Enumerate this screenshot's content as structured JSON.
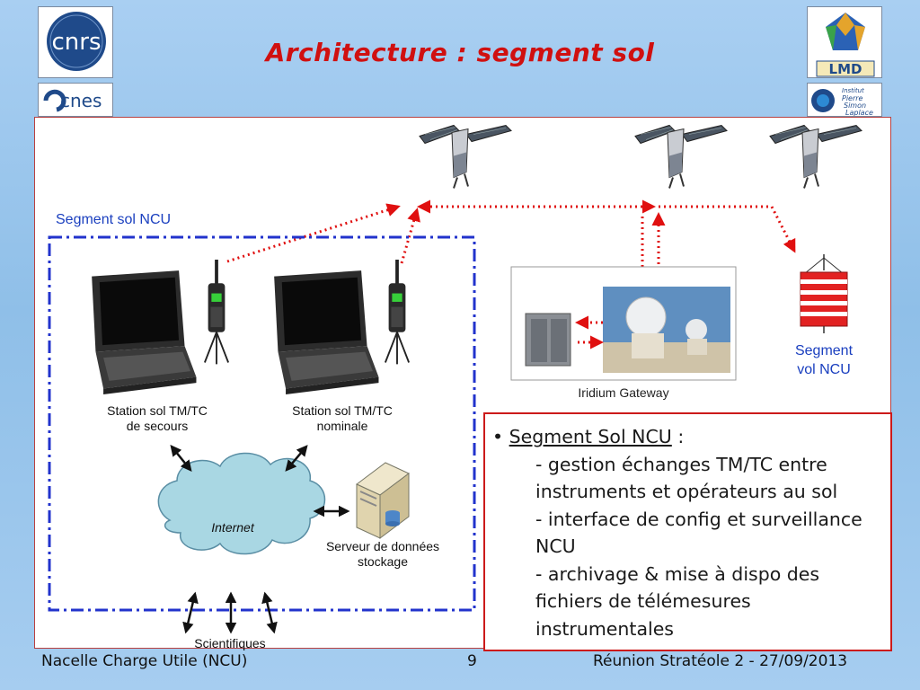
{
  "title": "Architecture : segment sol",
  "logos": {
    "cnrs": "cnrs",
    "cnes": "cnes",
    "lmd": "LMD",
    "ipsl": [
      "Institut",
      "Pierre",
      "Simon",
      "Laplace"
    ]
  },
  "diagram": {
    "segment_sol_label": "Segment sol NCU",
    "station_secours": [
      "Station sol TM/TC",
      "de secours"
    ],
    "station_nominale": [
      "Station sol TM/TC",
      "nominale"
    ],
    "internet": "Internet",
    "serveur": [
      "Serveur de données",
      "stockage"
    ],
    "scientifiques": "Scientifiques",
    "iridium_gateway": "Iridium Gateway",
    "segment_vol": [
      "Segment",
      "vol NCU"
    ]
  },
  "notes": {
    "bullet": "•",
    "heading": "Segment Sol NCU",
    "heading_suffix": " :",
    "items": [
      "- gestion échanges TM/TC entre instruments et opérateurs au sol",
      "- interface de config et surveillance NCU",
      "- archivage & mise à dispo des fichiers de télémesures instrumentales"
    ]
  },
  "footer": {
    "left": "Nacelle Charge Utile (NCU)",
    "page": "9",
    "right": "Réunion Stratéole 2 - 27/09/2013"
  },
  "colors": {
    "title": "#d01010",
    "dashed_box": "#2233cc",
    "arrows": "#e01010",
    "label_blue": "#1a3fbf",
    "cloud": "#a9d7e3"
  }
}
